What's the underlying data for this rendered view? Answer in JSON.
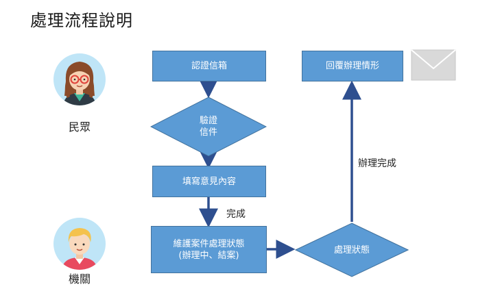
{
  "title": "處理流程說明",
  "roles": {
    "citizen": "民眾",
    "agency": "機關"
  },
  "nodes": {
    "verify_mailbox": "認證信箱",
    "verify_mail": "驗證\n信件",
    "fill_content": "填寫意見內容",
    "maintain_status": "維護案件處理狀態\n(辦理中、結案)",
    "process_status": "處理狀態",
    "reply_status": "回覆辦理情形"
  },
  "edges": {
    "done": "完成",
    "handling_done": "辦理完成"
  },
  "icons": {
    "citizen_avatar": "woman-with-glasses-avatar",
    "agency_avatar": "man-avatar",
    "mail": "envelope-icon"
  },
  "colors": {
    "node_fill": "#5b9bd5",
    "node_border": "#41719c",
    "arrow": "#2e4f8f",
    "avatar_bg": "#bfe5f7",
    "envelope": "#d9d9d9"
  }
}
